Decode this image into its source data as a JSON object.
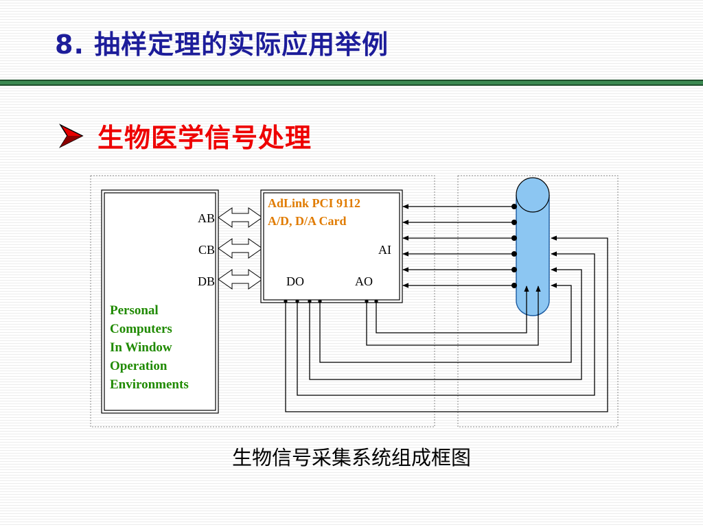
{
  "slide": {
    "title": "8. 抽样定理的实际应用举例",
    "bullet": "生物医学信号处理",
    "caption": "生物信号采集系统组成框图"
  },
  "diagram": {
    "pc_label_lines": [
      "Personal",
      "Computers",
      "In Window",
      "Operation",
      "Environments"
    ],
    "bus_labels": [
      "AB",
      "CB",
      "DB"
    ],
    "card_title_lines": [
      "AdLink PCI 9112",
      "A/D, D/A Card"
    ],
    "port_ai": "AI",
    "port_do": "DO",
    "port_ao": "AO"
  },
  "colors": {
    "title": "#1d1d9a",
    "bullet": "#ee0000",
    "rule": "#3c8a52",
    "card_title": "#e07b00",
    "pc_label": "#1f8a00",
    "cylinder_fill": "#8cc6f2",
    "cylinder_stroke": "#1a5aa0"
  },
  "icons": {
    "bullet": "arrowhead-bullet-icon"
  }
}
